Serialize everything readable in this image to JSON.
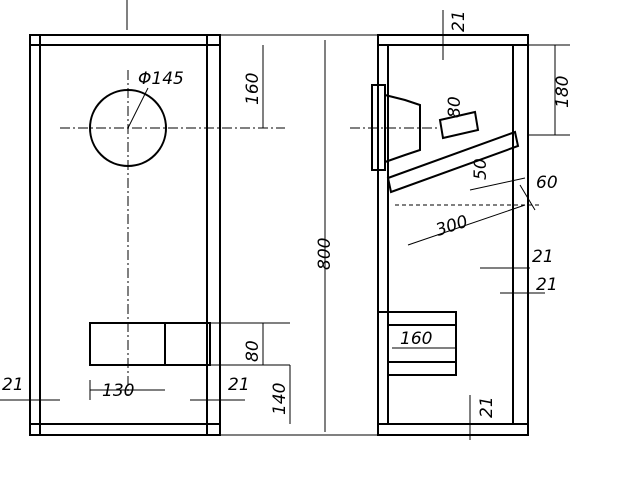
{
  "drawing": {
    "front_view": {
      "driver_diameter": "Φ145",
      "driver_offset": "160",
      "port_height": "80",
      "port_width": "130",
      "side_thickness_left": "21",
      "side_thickness_right": "21",
      "port_offset": "140"
    },
    "height": "800",
    "side_view": {
      "top_thickness": "21",
      "baffle_offset": "180",
      "tweeter_height": "80",
      "board_gap": "50",
      "board_angle_offset": "60",
      "board_length": "300",
      "inner_thickness_a": "21",
      "inner_thickness_b": "21",
      "port_depth": "160",
      "bottom_thickness": "21"
    }
  }
}
